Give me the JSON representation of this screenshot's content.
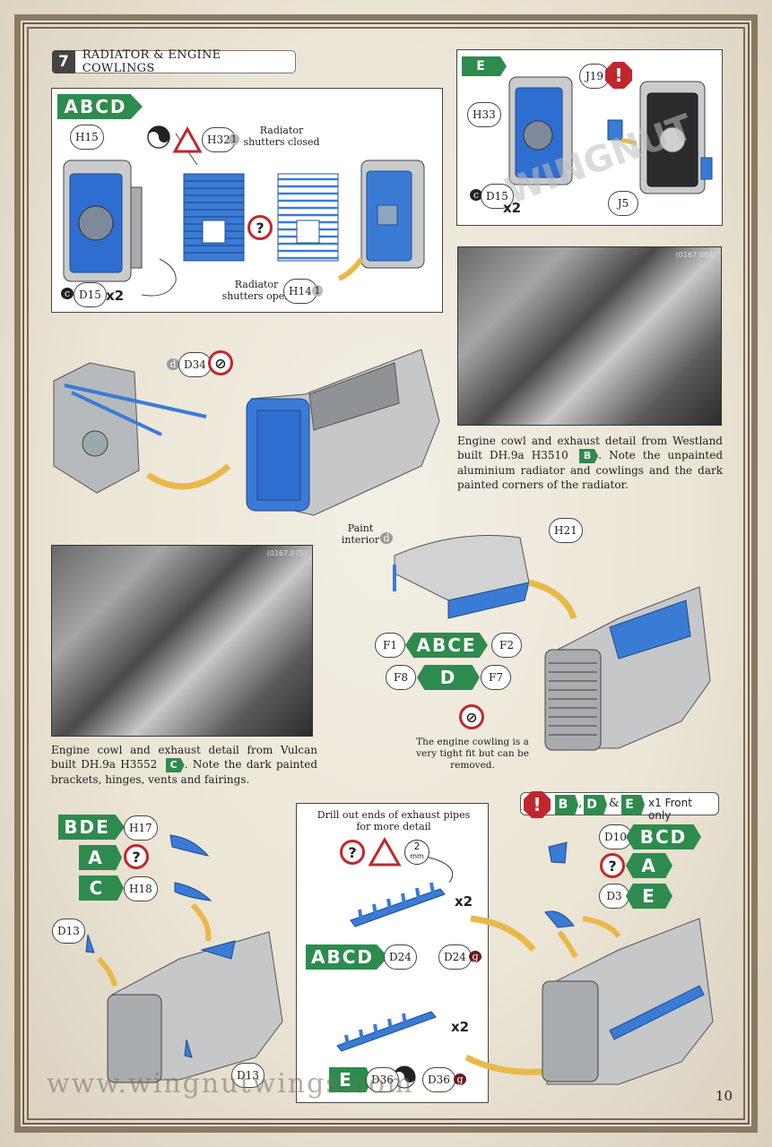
{
  "step": {
    "number": "7",
    "title": "RADIATOR & ENGINE COWLINGS"
  },
  "panel_abcd": {
    "tag": "ABCD",
    "h15": "H15",
    "h32": "H32",
    "h32_num": "1",
    "h14": "H14",
    "h14_num": "1",
    "d15": "D15",
    "d15_letter": "c",
    "x2": "x2",
    "closed_text": "Radiator\nshutters closed",
    "open_text": "Radiator\nshutters open",
    "question": "?"
  },
  "panel_e": {
    "tag": "E",
    "h33": "H33",
    "j19": "J19",
    "j5": "J5",
    "d15": "D15",
    "d15_letter": "c",
    "x2": "x2"
  },
  "d34": {
    "label": "D34",
    "letter": "d"
  },
  "photo1": {
    "ref": "(0167.084)",
    "caption_pre": "Engine cowl and exhaust detail from Westland built DH.9a H3510",
    "caption_tag": "B",
    "caption_post": ". Note the unpainted aluminium radiator and cowlings and the dark painted corners of the radiator."
  },
  "photo2": {
    "ref": "(0167.075)",
    "caption_pre": "Engine cowl and exhaust detail from Vulcan built DH.9a H3552",
    "caption_tag": "C",
    "caption_post": ". Note the dark painted brackets, hinges, vents and fairings."
  },
  "cowling": {
    "paint_label": "Paint\ninterior",
    "paint_letter": "d",
    "h21": "H21",
    "f1": "F1",
    "f2": "F2",
    "f8": "F8",
    "f7": "F7",
    "tag_abce": "ABCE",
    "tag_d": "D",
    "note": "The engine cowling is a\nvery tight fit but can be\nremoved."
  },
  "fairings": {
    "tag_bde": "BDE",
    "h17": "H17",
    "tag_a": "A",
    "tag_c": "C",
    "h18": "H18",
    "d13_top": "D13",
    "d13_bottom": "D13",
    "question": "?"
  },
  "exhaust": {
    "drill_text": "Drill out ends of exhaust pipes\nfor more detail",
    "mm_value": "2",
    "mm_unit": "mm",
    "x2_top": "x2",
    "tag_abcd": "ABCD",
    "d24_left": "D24",
    "d24_right": "D24",
    "d24_letter": "g",
    "x2_bottom": "x2",
    "tag_e": "E",
    "d36_left": "D36",
    "d36_right": "D36",
    "d36_letter": "g",
    "question": "?"
  },
  "front_only": {
    "excl": "!",
    "b": "B",
    "d": "D",
    "amp": "&",
    "e": "E",
    "text": "x1 Front only",
    "comma": ","
  },
  "front_parts": {
    "d10": "D10",
    "tag_bcd": "BCD",
    "tag_a": "A",
    "d3": "D3",
    "tag_e": "E",
    "question": "?"
  },
  "page_number": "10",
  "watermark": "www.wingnutwings.com",
  "colors": {
    "green": "#2e8b4e",
    "blue": "#3a7bd5",
    "red": "#c0272d",
    "grey": "#b9bcbf"
  }
}
